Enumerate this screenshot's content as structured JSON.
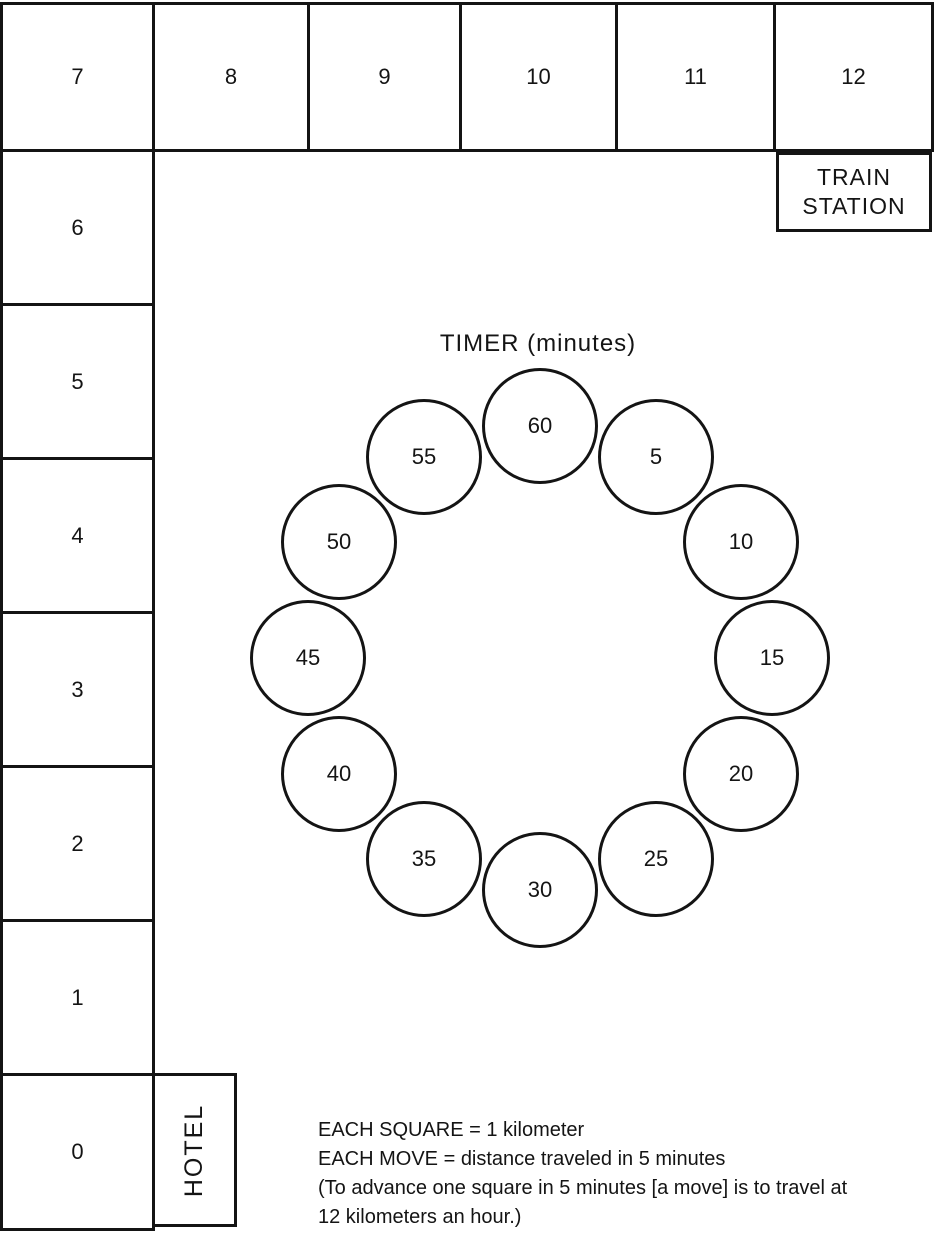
{
  "board": {
    "top_row": [
      "7",
      "8",
      "9",
      "10",
      "11",
      "12"
    ],
    "left_column": [
      "6",
      "5",
      "4",
      "3",
      "2",
      "1",
      "0"
    ],
    "train_station_line1": "TRAIN",
    "train_station_line2": "STATION",
    "hotel": "HOTEL"
  },
  "timer": {
    "title": "TIMER (minutes)",
    "minutes": [
      "60",
      "5",
      "10",
      "15",
      "20",
      "25",
      "30",
      "35",
      "40",
      "45",
      "50",
      "55"
    ]
  },
  "legend": {
    "line1": "EACH SQUARE = 1 kilometer",
    "line2": "EACH MOVE = distance traveled in 5 minutes",
    "line3": "(To advance one square in 5 minutes [a move] is to travel at",
    "line4": "12 kilometers an hour.)"
  },
  "colors": {
    "ink": "#141414",
    "paper": "#ffffff"
  }
}
